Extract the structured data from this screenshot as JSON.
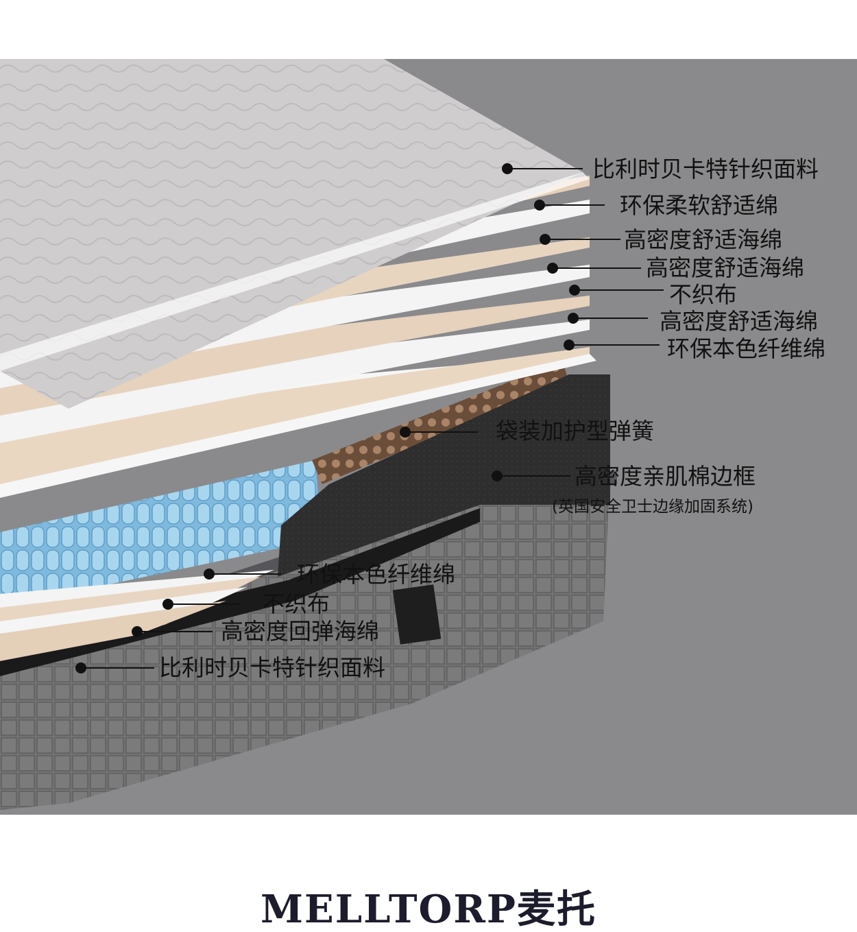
{
  "brand": {
    "name": "MELLTORP麦托"
  },
  "colors": {
    "background": "#8a8a8c",
    "fabric": "#c9c7c8",
    "foam_white": "#f4f4f4",
    "beige": "#e6d3bf",
    "black_frame": "#2b2b2c",
    "spring_blue": "#8fc6e6",
    "spring_copper": "#8a6a4f",
    "base_grey": "#707070"
  },
  "labels": {
    "top_fabric": "比利时贝卡特针织面料",
    "eco_soft": "环保柔软舒适绵",
    "hd_foam_1": "高密度舒适海绵",
    "hd_foam_2": "高密度舒适海绵",
    "nonwoven_top": "不织布",
    "hd_foam_3": "高密度舒适海绵",
    "eco_fiber_top": "环保本色纤维绵",
    "pocket_spring": "袋装加护型弹簧",
    "frame": "高密度亲肌棉边框",
    "frame_sub": "(英国安全卫士边缘加固系统)",
    "eco_fiber_bottom": "环保本色纤维绵",
    "nonwoven_bottom": "不织布",
    "hd_rebound": "高密度回弹海绵",
    "bottom_fabric": "比利时贝卡特针织面料"
  }
}
